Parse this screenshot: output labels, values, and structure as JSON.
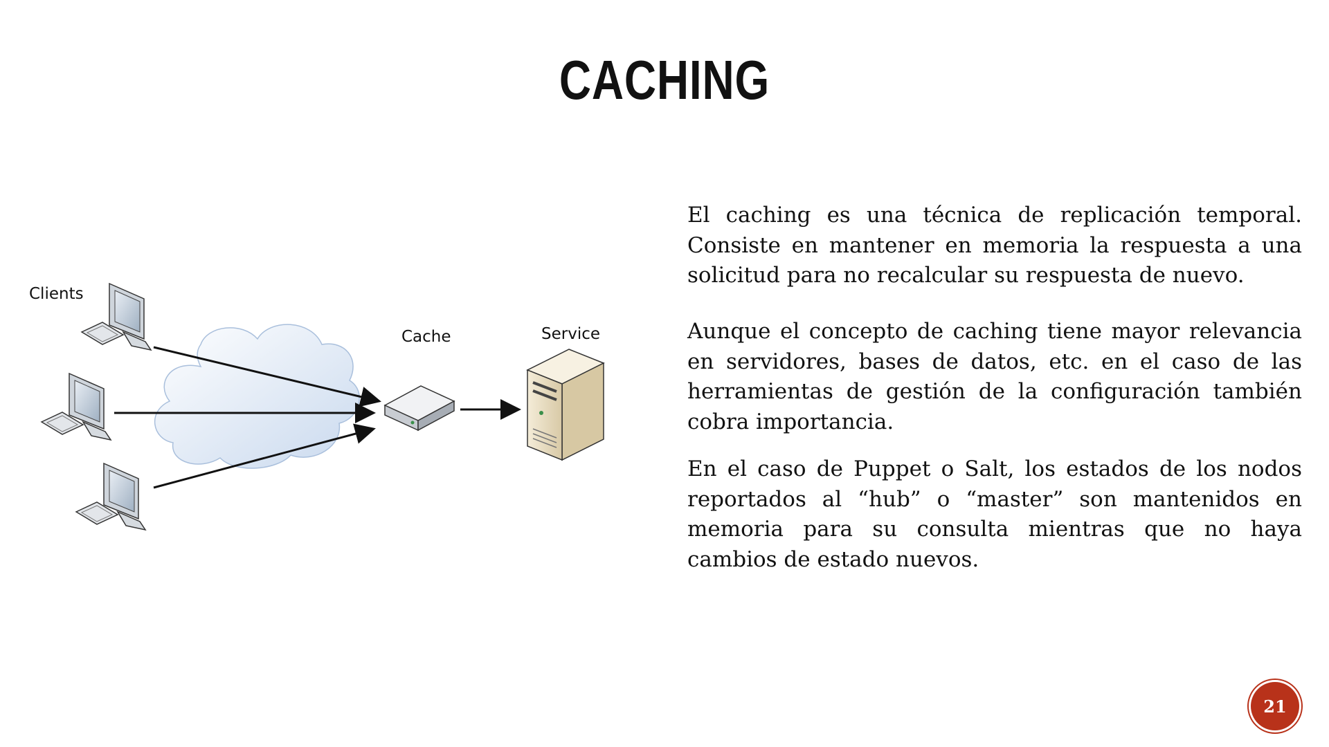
{
  "slide": {
    "title": "CACHING",
    "page_number": "21"
  },
  "diagram": {
    "clients_label": "Clients",
    "cache_label": "Cache",
    "service_label": "Service"
  },
  "body": {
    "paragraphs": [
      "El caching es una técnica de replicación temporal. Consiste en mantener en memoria la respuesta a una solicitud para no recalcular su respuesta de nuevo.",
      "Aunque el concepto de caching tiene mayor relevancia en servidores, bases de datos, etc. en el caso de las herramientas de gestión de la configuración también cobra importancia.",
      "En el caso de Puppet o Salt, los estados de los nodos reportados al “hub” o “master” son mantenidos en memoria para su consulta mientras que no haya cambios de estado nuevos."
    ]
  }
}
